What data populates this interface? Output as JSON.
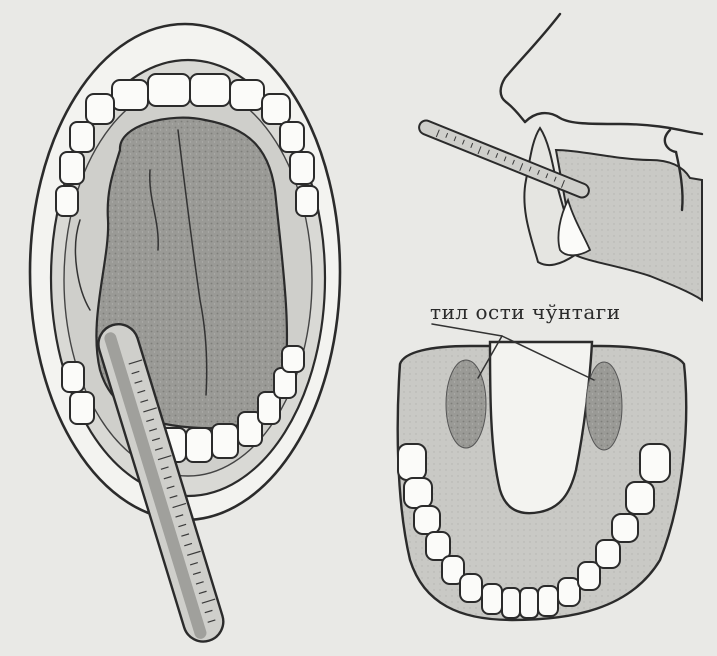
{
  "figure": {
    "panels": [
      {
        "id": "mouth-open-front-view"
      },
      {
        "id": "sagittal-section-view"
      },
      {
        "id": "lower-jaw-top-view"
      }
    ]
  },
  "label": {
    "sublingual_pocket": "тил ости чўнтаги"
  }
}
